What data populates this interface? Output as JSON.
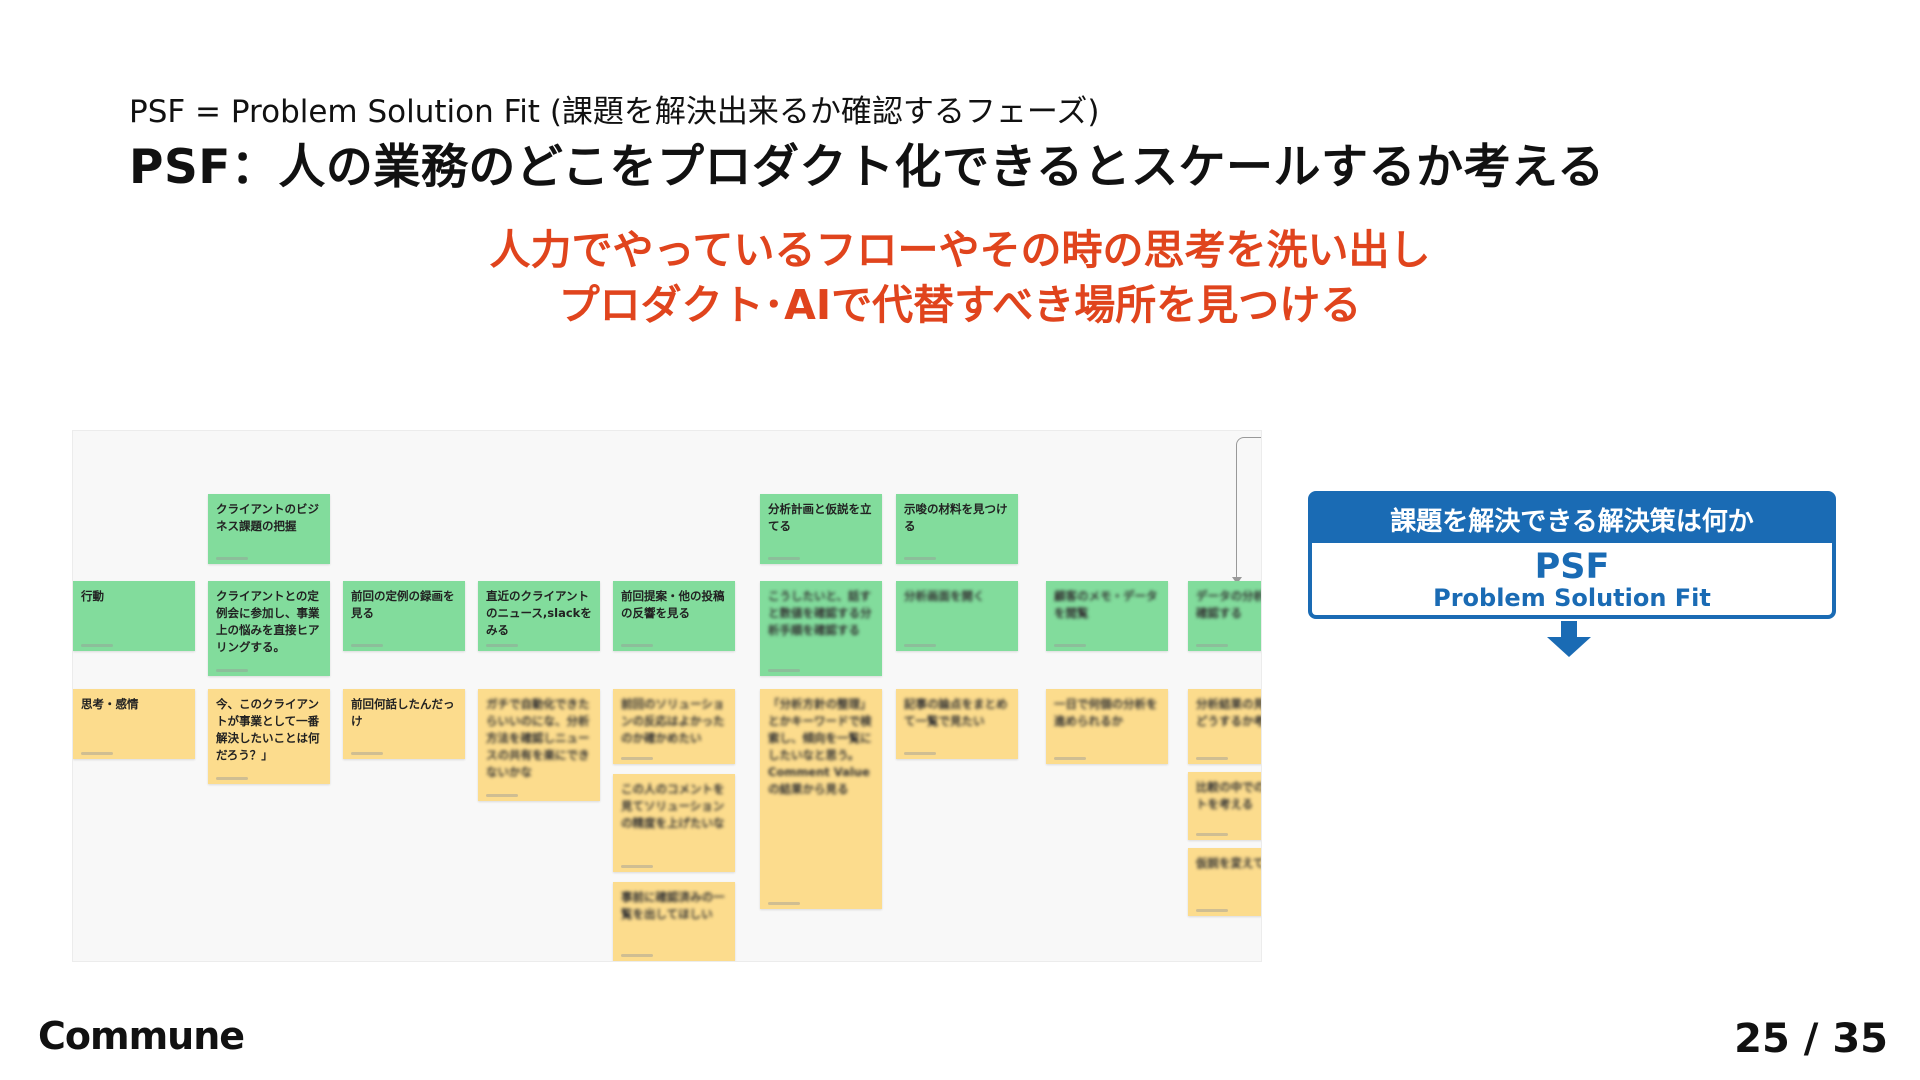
{
  "slide": {
    "subtitle": "PSF = Problem Solution Fit (課題を解決出来るか確認するフェーズ)",
    "title": "PSF：人の業務のどこをプロダクト化できるとスケールするか考える",
    "highlight_line1": "人力でやっているフローやその時の思考を洗い出し",
    "highlight_line2": "プロダクト･AIで代替すべき場所を見つける",
    "brand": "Commune",
    "page_current": "25",
    "page_total": "35"
  },
  "board": {
    "stickies": [
      {
        "id": "s1",
        "color": "green",
        "text": "クライアントのビジネス課題の把握",
        "blur": false
      },
      {
        "id": "s2",
        "color": "green",
        "text": "行動",
        "blur": false
      },
      {
        "id": "s3",
        "color": "green",
        "text": "クライアントとの定例会に参加し、事業上の悩みを直接ヒアリングする。",
        "blur": false
      },
      {
        "id": "s4",
        "color": "green",
        "text": "前回の定例の録画を見る",
        "blur": false
      },
      {
        "id": "s5",
        "color": "green",
        "text": "直近のクライアントのニュース,slackをみる",
        "blur": false
      },
      {
        "id": "s6",
        "color": "green",
        "text": "前回提案・他の投稿の反響を見る",
        "blur": false
      },
      {
        "id": "s7",
        "color": "green",
        "text": "分析計画と仮説を立てる",
        "blur": false
      },
      {
        "id": "s8",
        "color": "green",
        "text": "示唆の材料を見つける",
        "blur": false
      },
      {
        "id": "s9",
        "color": "green",
        "text": "こうしたいと、話すと数値を確認する分析手順を確認する",
        "blur": true
      },
      {
        "id": "s10",
        "color": "green",
        "text": "分析画面を開く",
        "blur": true
      },
      {
        "id": "s11",
        "color": "green",
        "text": "顧客のメモ・データを閲覧",
        "blur": true
      },
      {
        "id": "s12",
        "color": "green",
        "text": "データの分析方法を確認する",
        "blur": true
      },
      {
        "id": "y1",
        "color": "yellow",
        "text": "思考・感情",
        "blur": false
      },
      {
        "id": "y2",
        "color": "yellow",
        "text": "今、このクライアントが事業として一番解決したいことは何だろう？」",
        "blur": false
      },
      {
        "id": "y3",
        "color": "yellow",
        "text": "前回何話したんだっけ",
        "blur": false
      },
      {
        "id": "y4",
        "color": "yellow",
        "text": "ガチで自動化できたらいいのにな、分析方法を確認しニュースの共有を楽にできないかな",
        "blur": true
      },
      {
        "id": "y5",
        "color": "yellow",
        "text": "前回のソリューションの反応はよかったのか確かめたい",
        "blur": true
      },
      {
        "id": "y6",
        "color": "yellow",
        "text": "この人のコメントを見てソリューションの精度を上げたいな",
        "blur": true
      },
      {
        "id": "y7",
        "color": "yellow",
        "text": "事前に確認済みの一覧を出してほしい",
        "blur": true
      },
      {
        "id": "y8",
        "color": "yellow",
        "text": "「分析方針の整理」とかキーワードで検索し、傾向を一覧にしたいなと思う。Comment Valueの結果から見る",
        "blur": true
      },
      {
        "id": "y9",
        "color": "yellow",
        "text": "記事の論点をまとめて一覧で見たい",
        "blur": true
      },
      {
        "id": "y10",
        "color": "yellow",
        "text": "一日で何個の分析を進められるか",
        "blur": true
      },
      {
        "id": "y11",
        "color": "yellow",
        "text": "分析結果の見せ方をどうするか考える",
        "blur": true
      },
      {
        "id": "y12",
        "color": "yellow",
        "text": "比較の中でのポイントを考える",
        "blur": true
      },
      {
        "id": "y13",
        "color": "yellow",
        "text": "仮説を変えて考える",
        "blur": true
      }
    ]
  },
  "psf_card": {
    "header": "課題を解決できる解決策は何か",
    "title": "PSF",
    "subtitle": "Problem Solution Fit"
  },
  "colors": {
    "accent": "#e0441d",
    "psf_blue": "#1a6bb4",
    "sticky_green": "#82dc9c",
    "sticky_yellow": "#fcdc8d"
  }
}
